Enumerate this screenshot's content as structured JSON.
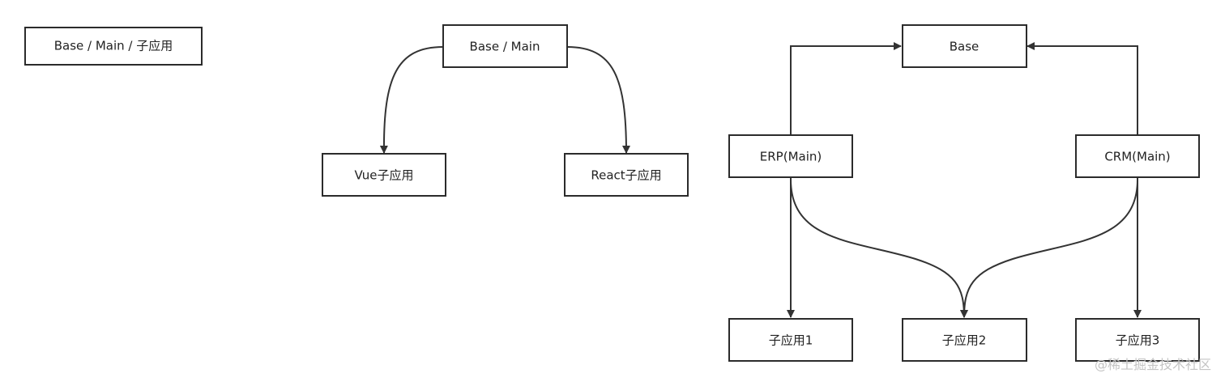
{
  "diagram_1": {
    "node": "Base / Main / 子应用"
  },
  "diagram_2": {
    "root": "Base / Main",
    "left_child": "Vue子应用",
    "right_child": "React子应用"
  },
  "diagram_3": {
    "base": "Base",
    "main_left": "ERP(Main)",
    "main_right": "CRM(Main)",
    "sub_1": "子应用1",
    "sub_2": "子应用2",
    "sub_3": "子应用3"
  },
  "watermark": "@稀土掘金技术社区",
  "colors": {
    "stroke": "#2b2b2b",
    "text": "#222222",
    "watermark": "#c4c4c4",
    "background": "#ffffff"
  }
}
